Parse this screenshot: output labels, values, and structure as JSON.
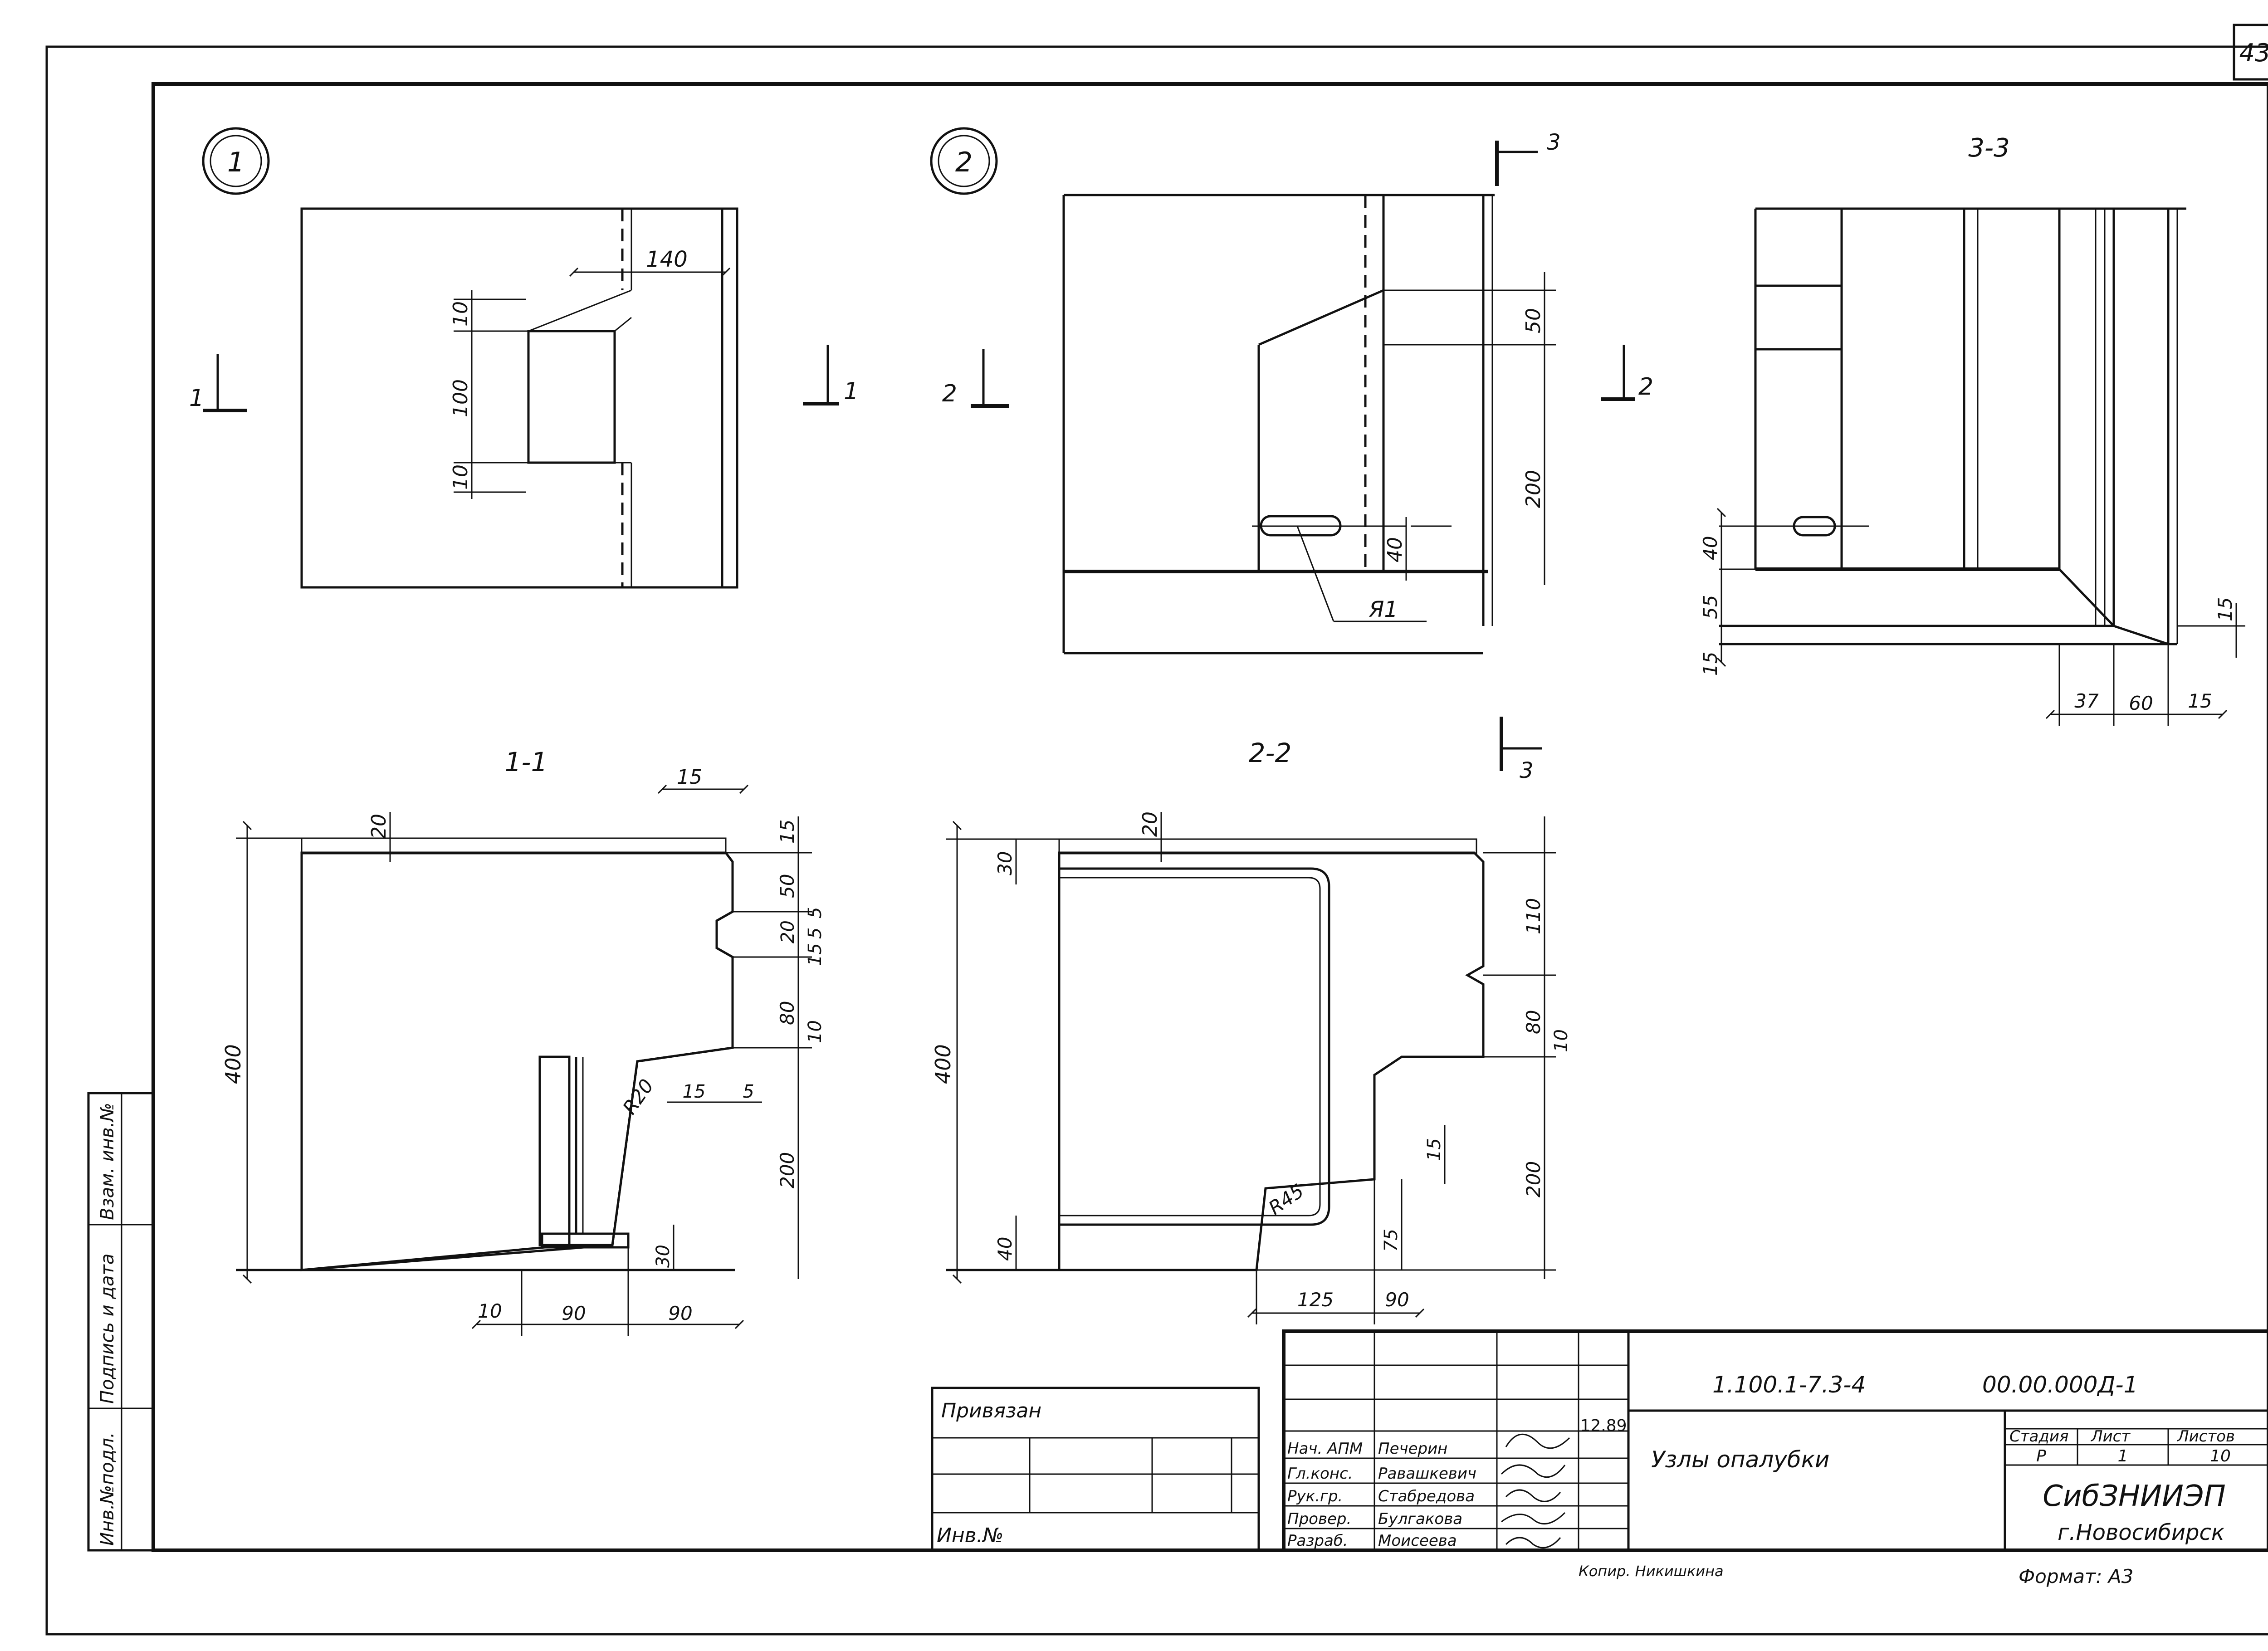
{
  "sheet": {
    "number": "43",
    "designation": "1.100.1-7.3-4",
    "code": "00.00.000Д-1",
    "title": "Узлы опалубки",
    "org_name": "СибЗНИИЭП",
    "org_city": "г.Новосибирск",
    "format_label": "Формат: А3",
    "copier_label": "Копир. Никишкина"
  },
  "stamp": {
    "stage_header": "Стадия",
    "sheet_header": "Лист",
    "sheets_header": "Листов",
    "stage": "Р",
    "sheet": "1",
    "sheets": "10",
    "date": "12.89",
    "privyazan": "Привязан",
    "inv_label": "Инв.№",
    "roles": [
      {
        "role": "Нач. АПМ",
        "name": "Печерин"
      },
      {
        "role": "Гл.конс.",
        "name": "Равашкевич"
      },
      {
        "role": "Рук.гр.",
        "name": "Стабредова"
      },
      {
        "role": "Провер.",
        "name": "Булгакова"
      },
      {
        "role": "Разраб.",
        "name": "Моисеева"
      }
    ]
  },
  "side_stamp": {
    "inv_podl": "Инв.№подл.",
    "podpis": "Подпись и дата",
    "vzam": "Взам. инв.№"
  },
  "views": {
    "v1": {
      "marker": "1",
      "section": "1",
      "dims": [
        "140",
        "10",
        "100",
        "10"
      ]
    },
    "v2": {
      "marker": "2",
      "section": "2",
      "section3": "3",
      "dims": [
        "50",
        "200",
        "40"
      ],
      "part": "Я1"
    },
    "v33": {
      "title": "3-3",
      "dims": [
        "40",
        "55",
        "15",
        "15",
        "37",
        "60",
        "15"
      ]
    },
    "s11": {
      "title": "1-1",
      "dims_top": [
        "20",
        "15",
        "15"
      ],
      "dims_right": [
        "50",
        "5",
        "5",
        "20",
        "15",
        "80",
        "10",
        "200"
      ],
      "dim_left": "400",
      "radius": "R20",
      "dim_mid": [
        "15",
        "5"
      ],
      "dim_pad": "30",
      "dims_bottom": [
        "10",
        "90",
        "90"
      ]
    },
    "s22": {
      "title": "2-2",
      "section3": "3",
      "dims_top": [
        "20"
      ],
      "dims_left": [
        "400",
        "30",
        "40"
      ],
      "dims_right": [
        "110",
        "80",
        "10",
        "200"
      ],
      "dim_inner": [
        "15",
        "75"
      ],
      "radius": "R45",
      "dims_bottom": [
        "125",
        "90"
      ]
    }
  }
}
